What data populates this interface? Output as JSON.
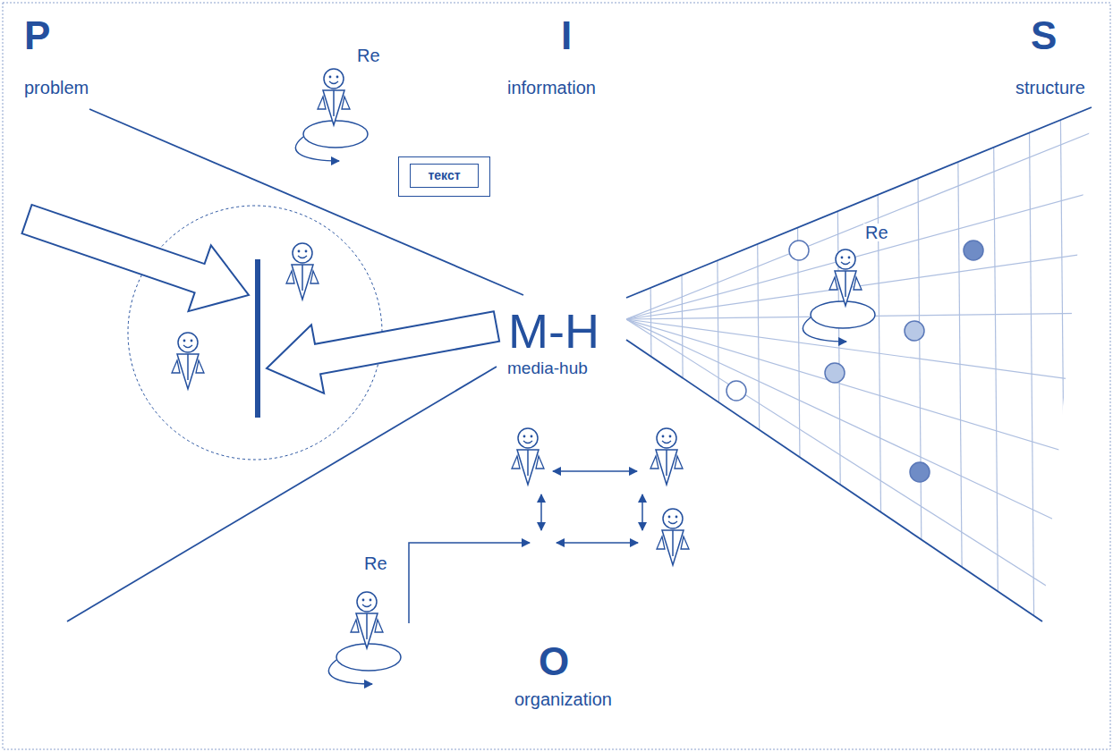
{
  "diagram": {
    "nodes": [
      {
        "text": [
          "текст"
        ]
      }
    ],
    "labels": [
      "P",
      "I",
      "S",
      "Re",
      "problem",
      "information",
      "structure",
      "Re",
      "M-H",
      "media-hub",
      "Re",
      "O",
      "organization"
    ]
  }
}
